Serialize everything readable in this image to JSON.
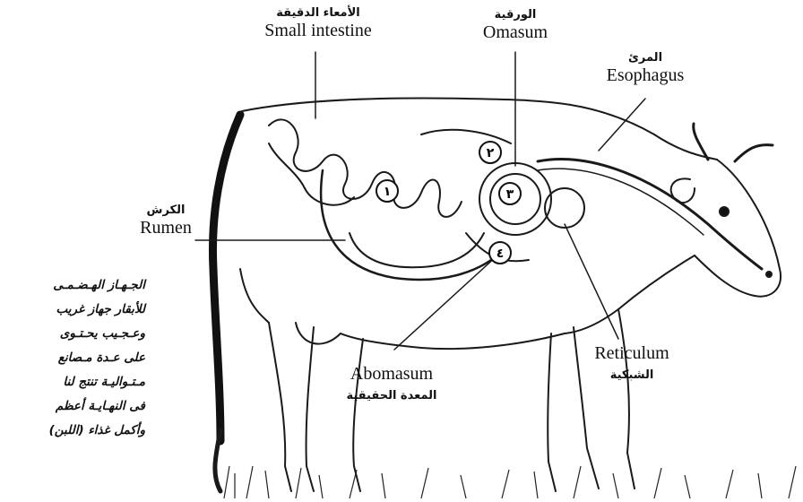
{
  "labels": {
    "small_intestine": {
      "ar": "الأمعاء الدقيقة",
      "en": "Small intestine"
    },
    "omasum": {
      "ar": "الورقية",
      "en": "Omasum"
    },
    "esophagus": {
      "ar": "المرئ",
      "en": "Esophagus"
    },
    "rumen": {
      "ar": "الكرش",
      "en": "Rumen"
    },
    "reticulum": {
      "ar": "الشبكية",
      "en": "Reticulum"
    },
    "abomasum": {
      "ar": "المعدة الحقيقية",
      "en": "Abomasum"
    }
  },
  "markers": {
    "m1": "١",
    "m2": "٢",
    "m3": "٣",
    "m4": "٤"
  },
  "caption_lines": [
    "الجـهـاز الهـضـمـى",
    "للأبقار جهاز غريب",
    "وعـجـيب يحـتـوى",
    "على عـدة مـصانع",
    "مـتـواليـة تنتج لنا",
    "فى النهـايـة أعظم",
    "وأكمل غذاء (اللبن)"
  ]
}
